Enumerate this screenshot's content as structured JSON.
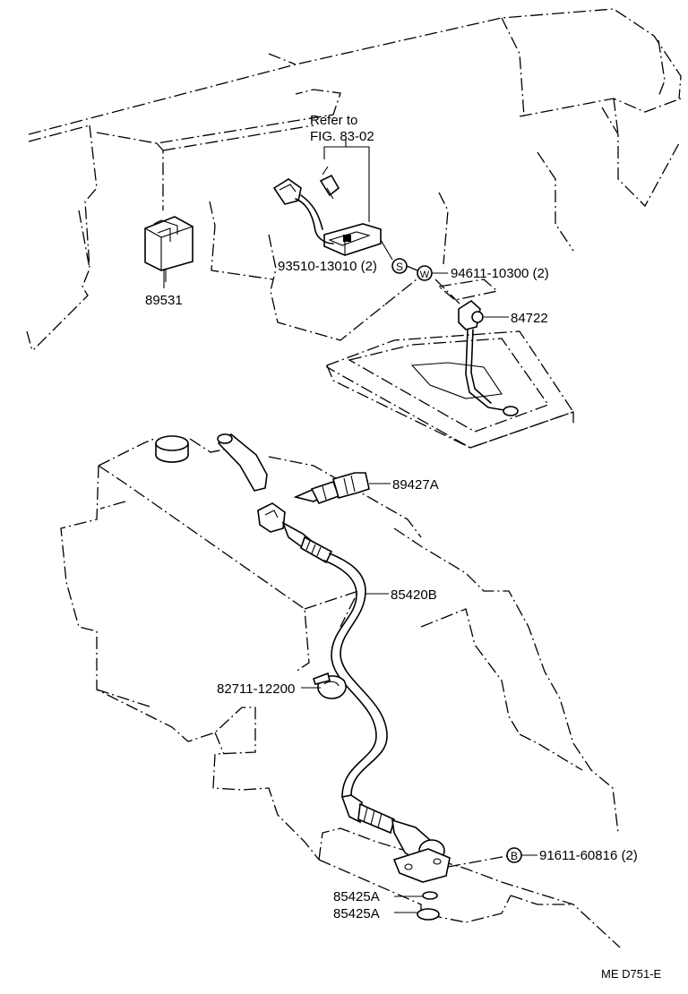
{
  "labels": {
    "refer_to_line1": "Refer to",
    "refer_to_line2": "FIG. 83-02",
    "part_89531": "89531",
    "part_93510": "93510-13010 (2)",
    "part_94611": "94611-10300 (2)",
    "part_84722": "84722",
    "part_89427A": "89427A",
    "part_85420B": "85420B",
    "part_82711": "82711-12200",
    "part_91611": "91611-60816 (2)",
    "part_85425A_1": "85425A",
    "part_85425A_2": "85425A",
    "code_footer": "ME  D751-E"
  },
  "symbols": {
    "s_mark": "S",
    "w_mark": "W",
    "b_mark": "B"
  },
  "colors": {
    "line": "#000000",
    "background": "#ffffff"
  }
}
